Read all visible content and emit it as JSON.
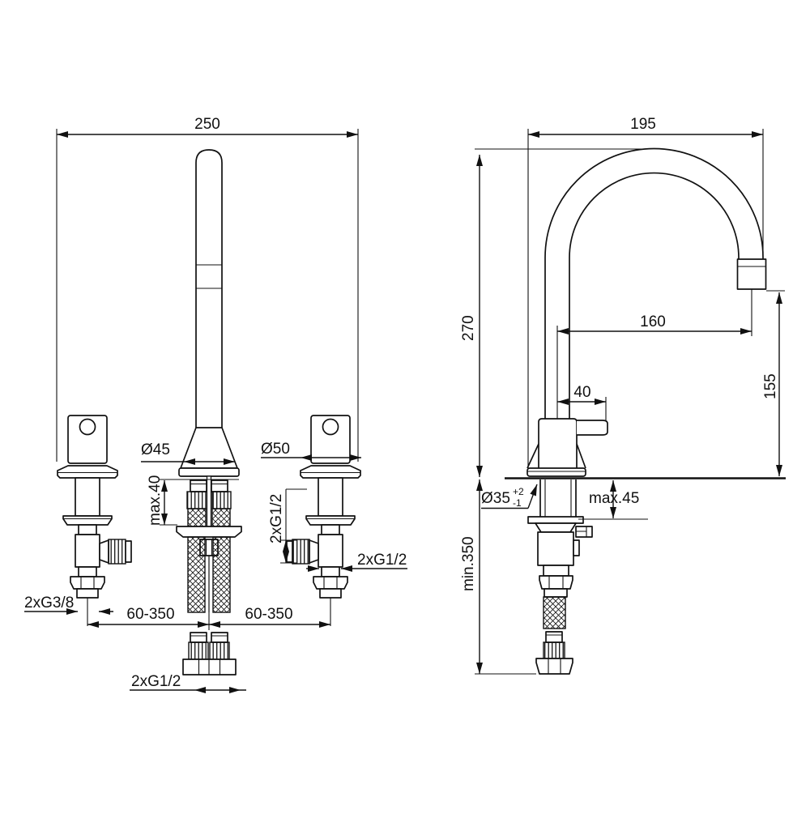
{
  "drawing": {
    "left_view": {
      "overall_width": "250",
      "spout_base_diameter": "Ø45",
      "spout_shank_depth": "max.40",
      "handle_base_diameter": "Ø50",
      "handle_outlet_thread_vertical": "2xG1/2",
      "handle_outlet_thread": "2xG1/2",
      "supply_thread": "2xG3/8",
      "left_spacing": "60-350",
      "right_spacing": "60-350",
      "hose_thread": "2xG1/2"
    },
    "right_view": {
      "spout_width": "195",
      "total_height": "270",
      "spout_reach": "160",
      "lever_reach": "40",
      "outlet_height": "155",
      "hole_diameter": "Ø35",
      "hole_tolerance_plus": "+2",
      "hole_tolerance_minus": "-1",
      "max_deck_thickness": "max.45",
      "min_clearance": "min.350"
    }
  }
}
